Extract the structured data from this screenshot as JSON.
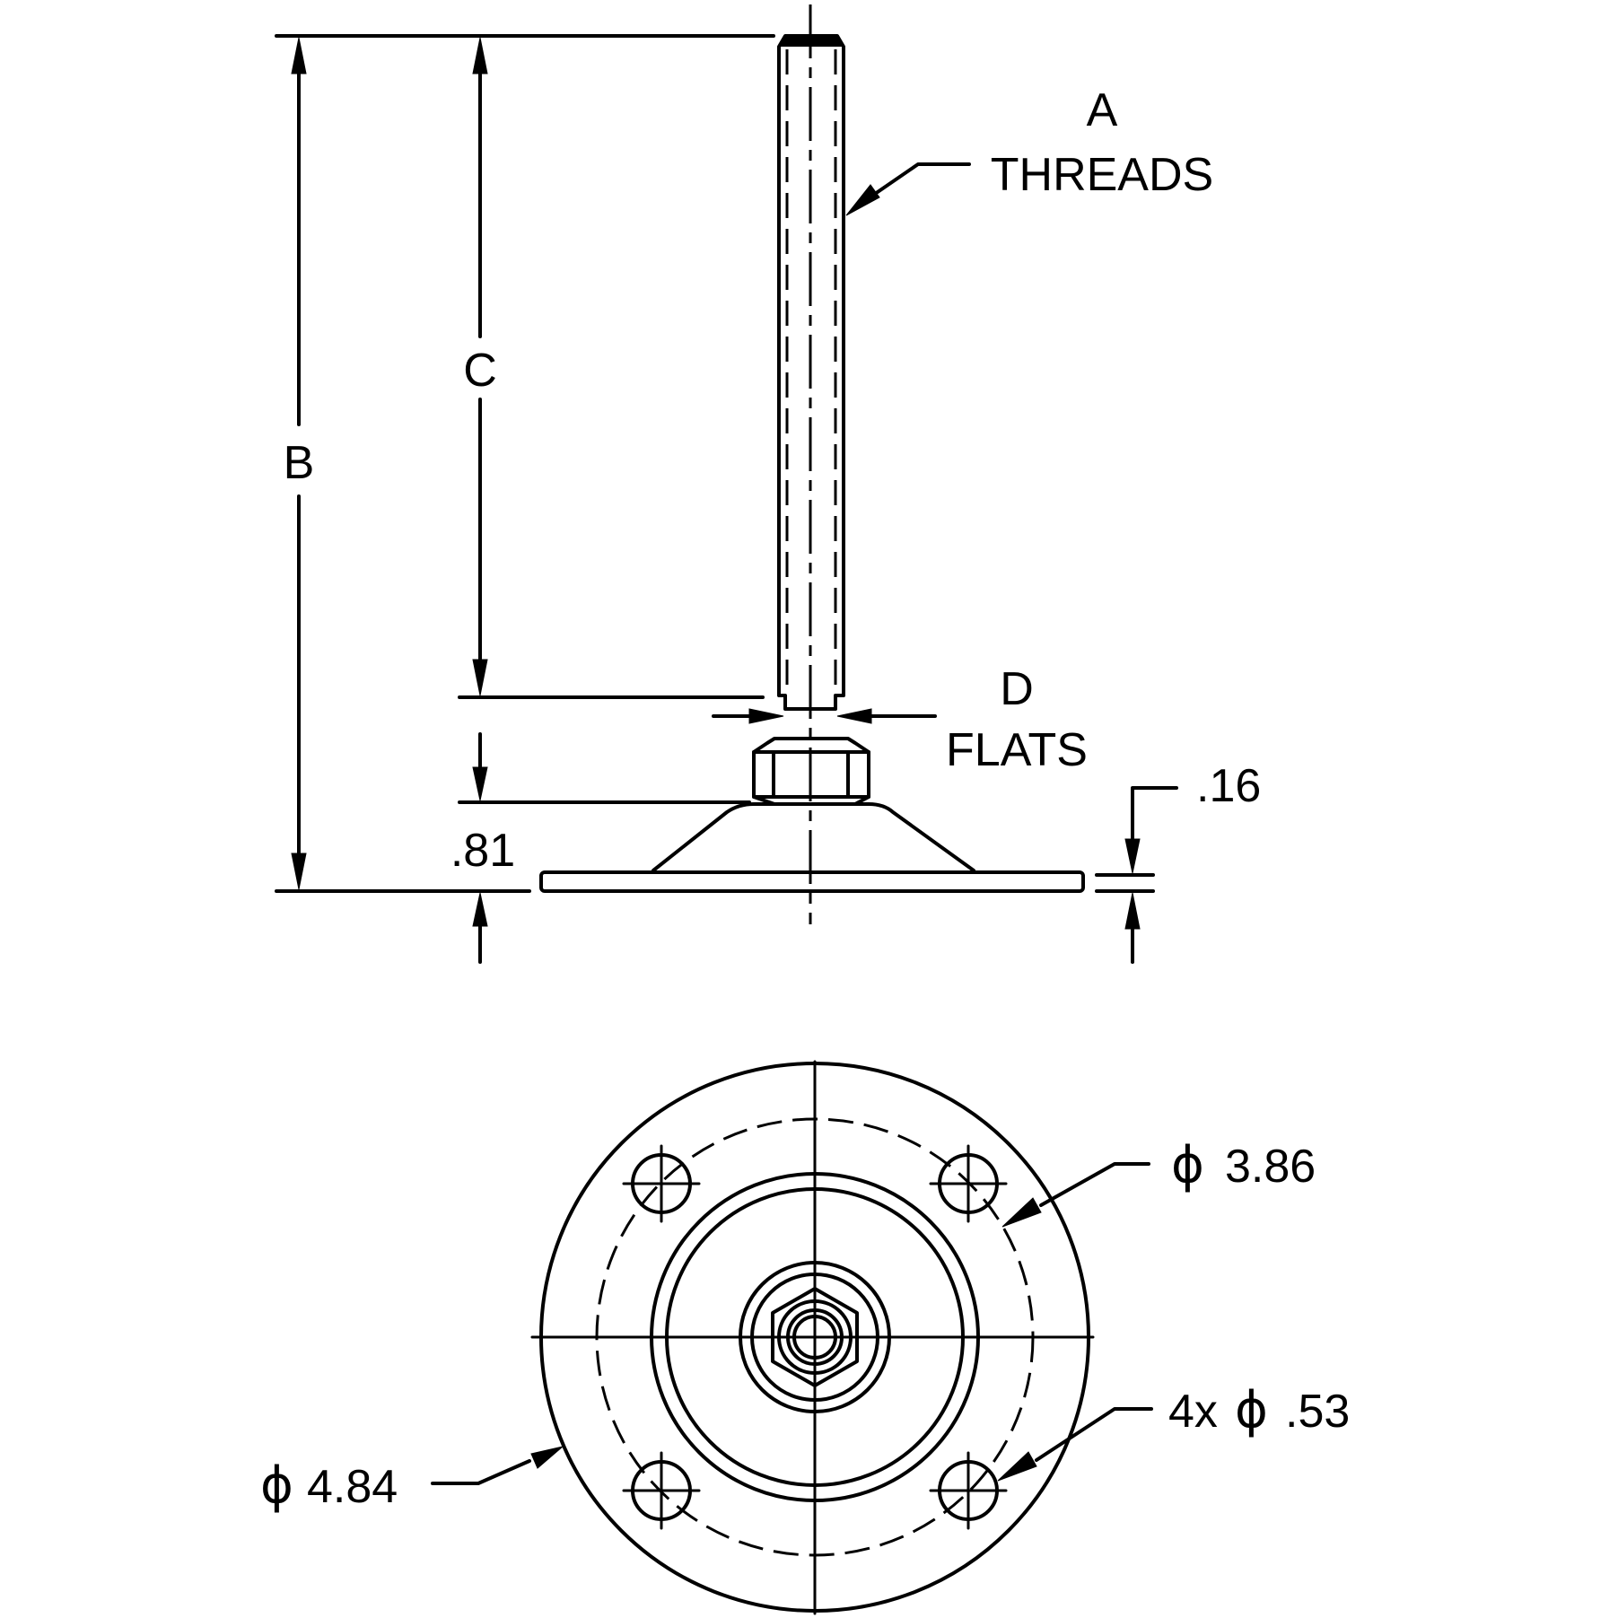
{
  "labels": {
    "a": "A",
    "threads": "THREADS",
    "b": "B",
    "c": "C",
    "d": "D",
    "flats": "FLATS",
    "h081": ".81",
    "t016": ".16",
    "dia_bolt_circle": "3.86",
    "dia_outer": "4.84",
    "hole_count": "4x",
    "hole_dia": ".53"
  },
  "symbols": {
    "diameter": "ϕ"
  }
}
